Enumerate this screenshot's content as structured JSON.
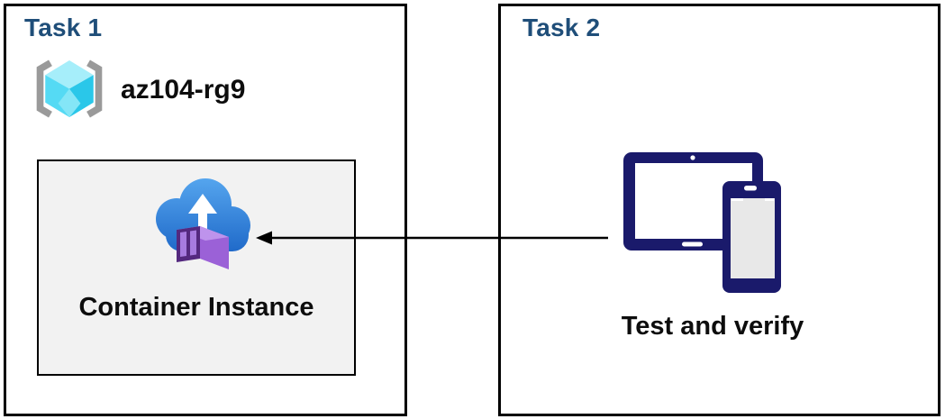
{
  "task1": {
    "title": "Task 1",
    "resource_group_name": "az104-rg9",
    "container_box_label": "Container Instance"
  },
  "task2": {
    "title": "Task 2",
    "caption": "Test and verify"
  },
  "icons": {
    "resource_group_icon": "azure-resource-group (cyan cube in gray brackets)",
    "container_instance_icon": "blue cloud with white up-arrow and purple shipping container",
    "devices_icon": "navy tablet and smartphone",
    "arrow": "black arrow pointing left from devices to container instance"
  },
  "colors": {
    "panel_border": "#000000",
    "task_title": "#1F4E79",
    "text": "#0d0d0d",
    "container_box_bg": "#F2F2F2",
    "bracket_gray": "#9A9A9A",
    "cube_top": "#A6EEFA",
    "cube_left": "#55DAF4",
    "cube_right": "#2AC7E9",
    "cube_bottom": "#84E6F7",
    "cloud_gradient_top": "#55A5EE",
    "cloud_gradient_bottom": "#1E68C8",
    "container_top_face": "#BE93EC",
    "container_side_face": "#9B61D7",
    "container_door_frame": "#54297F",
    "container_door_panel": "#A77BDF",
    "device_navy": "#1A1A6B",
    "phone_screen": "#E8E8E8"
  }
}
